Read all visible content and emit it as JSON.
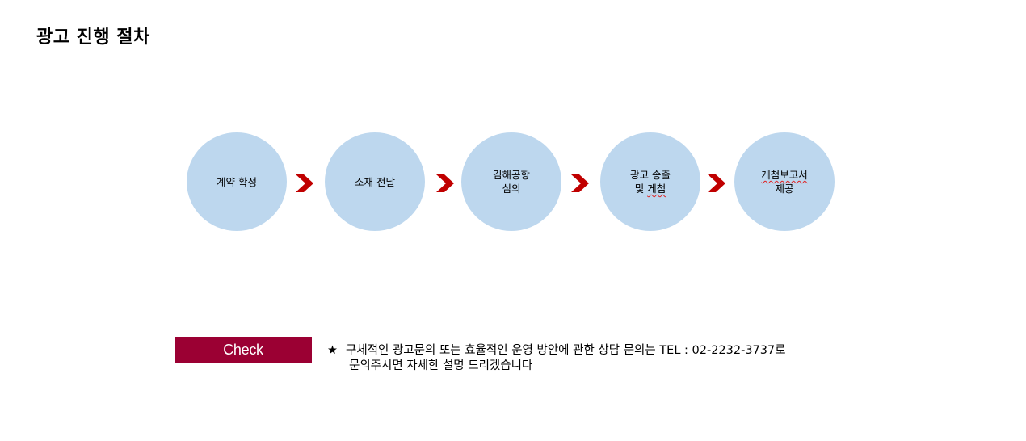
{
  "page": {
    "title": "광고 진행 절차"
  },
  "steps": [
    {
      "lines": [
        "계약 확정"
      ]
    },
    {
      "lines": [
        "소재 전달"
      ]
    },
    {
      "lines": [
        "김해공항",
        "심의"
      ]
    },
    {
      "lines": [
        "광고 송출",
        "및 게첨"
      ]
    },
    {
      "lines": [
        "게첨보고서",
        "제공"
      ]
    }
  ],
  "check": {
    "label": "Check",
    "star": "★",
    "line1": "구체적인 광고문의 또는 효율적인 운영 방안에 관한  상담 문의는 TEL : 02-2232-3737로",
    "line2": "문의주시면 자세한 설명 드리겠습니다"
  },
  "colors": {
    "step_circle": "#bdd7ee",
    "arrow": "#c00000",
    "check_bg": "#9b0033",
    "spellcheck_underline": "#e02020"
  },
  "icons": {
    "arrow": "chevron-right-icon"
  }
}
